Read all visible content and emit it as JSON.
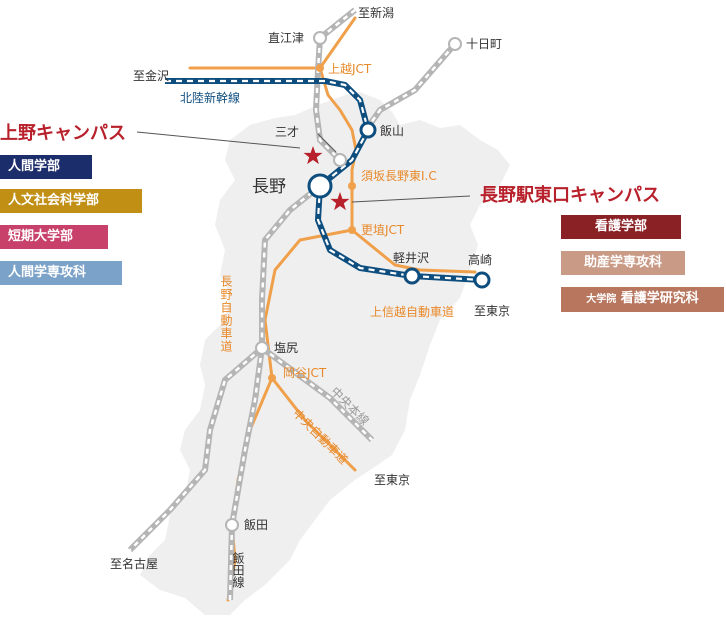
{
  "campuses": {
    "ueno": {
      "title": "上野キャンパス",
      "departments": [
        "人間学部",
        "人文社会科学部",
        "短期大学部",
        "人間学専攻科"
      ],
      "colors": [
        "#1c2d6b",
        "#c08f14",
        "#c8416a",
        "#7ba2c8"
      ]
    },
    "nagano_east": {
      "title": "長野駅東口キャンパス",
      "departments": [
        {
          "prefix": "",
          "label": "看護学部"
        },
        {
          "prefix": "",
          "label": "助産学専攻科"
        },
        {
          "prefix": "大学院",
          "label": "看護学研究科"
        }
      ],
      "colors": [
        "#8a2125",
        "#c99a86",
        "#b9765f"
      ]
    }
  },
  "stations": {
    "naoetsu": "直江津",
    "to_niigata": "至新潟",
    "tokamachi": "十日町",
    "to_kanazawa": "至金沢",
    "sanzai": "三才",
    "iiyama": "飯山",
    "nagano": "長野",
    "karuizawa": "軽井沢",
    "takasaki": "高崎",
    "to_tokyo_1": "至東京",
    "shiojiri": "塩尻",
    "to_tokyo_2": "至東京",
    "iida": "飯田",
    "to_nagoya": "至名古屋"
  },
  "roads": {
    "joetsu_jct": "上越JCT",
    "suzaka_ic": "須坂長野東I.C",
    "koshoku_jct": "更埴JCT",
    "joshinetsu": "上信越自動車道",
    "okaya_jct": "岡谷JCT",
    "nagano_expwy": "長野自動車道",
    "chuo_expwy": "中央自動車道"
  },
  "lines": {
    "hokuriku_shinkansen": "北陸新幹線",
    "chuo_line": "中央本線",
    "iida_line": "飯田線"
  },
  "colors": {
    "region_fill": "#efefef",
    "expressway": "#f0a04a",
    "expressway_label": "#e8892b",
    "shinkansen": "#0e4e7f",
    "shinkansen_label": "#0e4e7f",
    "rail": "#b5b5b5",
    "star": "#b8212b",
    "title_red": "#b8212b"
  }
}
